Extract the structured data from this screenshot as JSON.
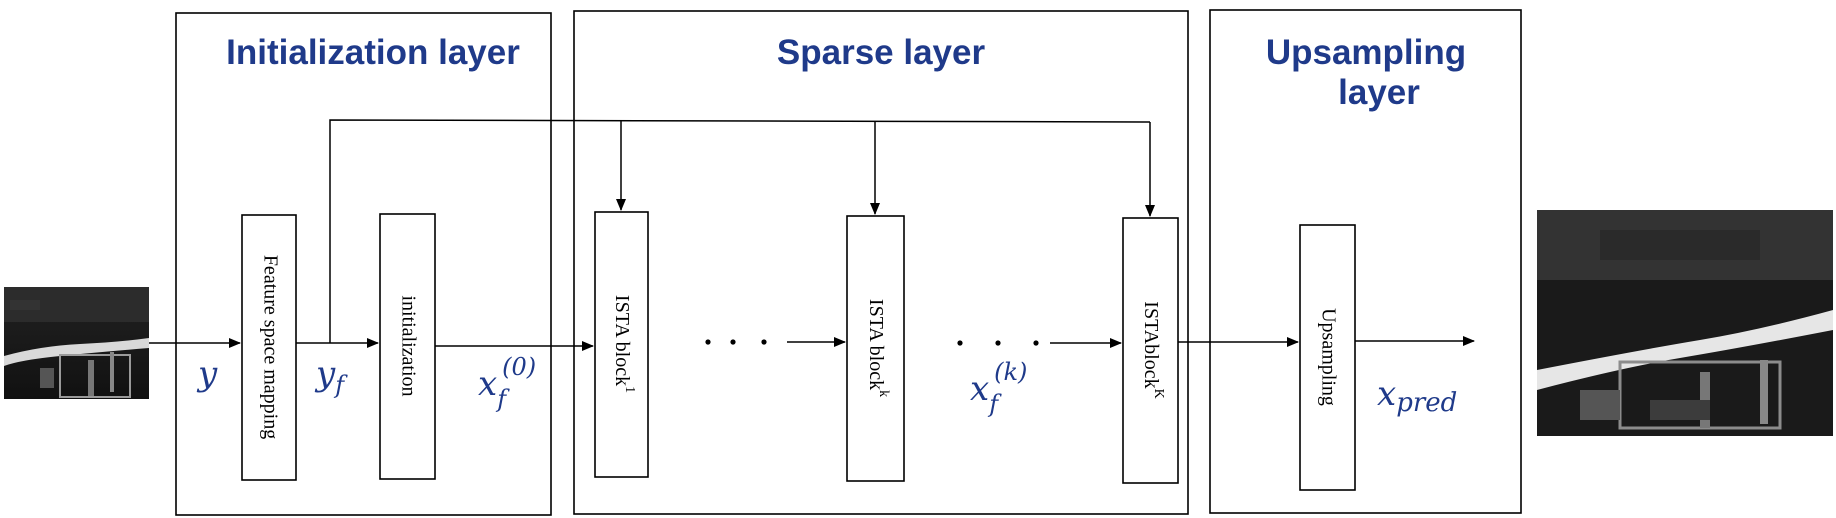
{
  "layers": {
    "initialization": "Initialization layer",
    "sparse": "Sparse layer",
    "upsampling_line1": "Upsampling",
    "upsampling_line2": "layer"
  },
  "blocks": {
    "feature_mapping": "Feature space mapping",
    "initialization": "initialization",
    "ista_1": "ISTA block",
    "ista_1_sup": "1",
    "ista_k": "ISTA block",
    "ista_k_sup": "k",
    "ista_K": "ISTAblock",
    "ista_K_sup": "K",
    "upsampling": "Upsampling"
  },
  "signals": {
    "y": "y",
    "yf_base": "y",
    "yf_sub": "f",
    "xf0_base": "x",
    "xf0_sub": "f",
    "xf0_sup": "(0)",
    "xfk_base": "x",
    "xfk_sub": "f",
    "xfk_sup": "(k)",
    "xpred_base": "x",
    "xpred_sub": "pred"
  },
  "colors": {
    "title": "#1f3a8a",
    "signal": "#1f3a8a"
  }
}
